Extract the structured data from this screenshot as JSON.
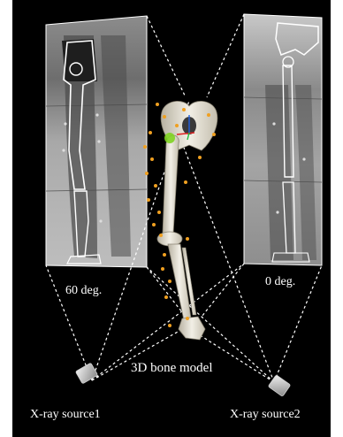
{
  "labels": {
    "left_angle": "60 deg.",
    "right_angle": "0 deg.",
    "bone_model": "3D bone model",
    "source1": "X-ray source1",
    "source2": "X-ray source2"
  },
  "colors": {
    "background": "#000000",
    "projection_lines": "#ffffff",
    "marker": "#f0a020",
    "bone": "#e6e2d6",
    "xray_film": "#9a9a9a",
    "contour": "#ffffff",
    "axis_x": "#e02020",
    "axis_y": "#2060e0",
    "axis_z": "#20c040",
    "joint_highlight": "#7ed321"
  },
  "icons": [
    "xray-source-icon",
    "xray-source-icon"
  ]
}
